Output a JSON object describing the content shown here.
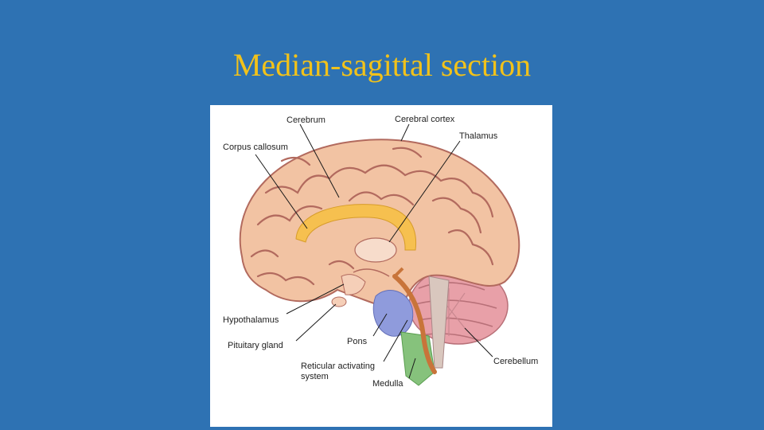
{
  "slide": {
    "title": "Median-sagittal section"
  },
  "diagram": {
    "labels": {
      "cerebrum": "Cerebrum",
      "cerebral_cortex": "Cerebral cortex",
      "thalamus": "Thalamus",
      "corpus_callosum": "Corpus callosum",
      "hypothalamus": "Hypothalamus",
      "pituitary_gland": "Pituitary gland",
      "pons": "Pons",
      "reticular_line1": "Reticular activating",
      "reticular_line2": "system",
      "cerebellum": "Cerebellum",
      "medulla": "Medulla"
    },
    "colors": {
      "cortex": "#f2c3a3",
      "gyri_lines": "#b26a5e",
      "corpus_callosum": "#f6c04f",
      "cerebellum": "#e8a0a8",
      "pons": "#8f9bdc",
      "medulla": "#86c27c",
      "reticular_system": "#c8743a",
      "slide_background": "#2e72b3",
      "title": "#f2c21a"
    }
  }
}
